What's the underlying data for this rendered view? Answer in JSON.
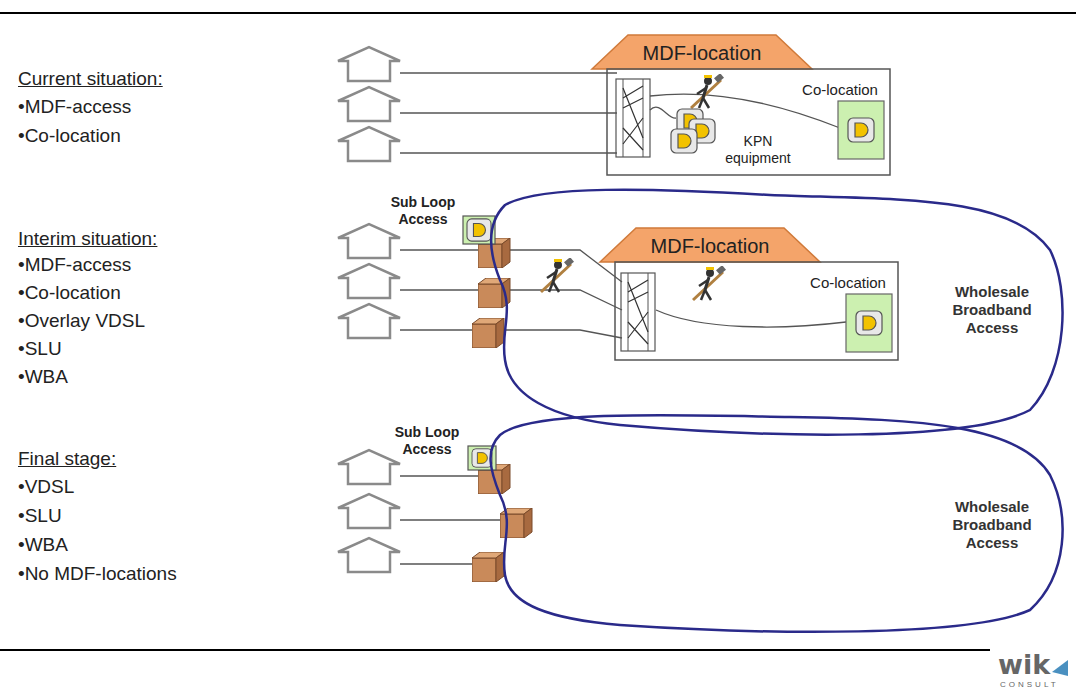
{
  "diagram": {
    "nodes": [
      {
        "text": [
          "MDF-location"
        ]
      },
      {
        "text": [
          "Co-location"
        ],
        "in": 0
      },
      {
        "text": [
          "Wholesale Broadband Access"
        ]
      },
      {
        "text": [
          "MDF-location"
        ],
        "in": 2
      },
      {
        "text": [
          "Co-location"
        ],
        "in": 3
      },
      {
        "text": [
          "Wholesale Broadband Access"
        ]
      }
    ],
    "labels": [
      "Current situation:",
      "•MDF-access",
      "•Co-location",
      "KPN equipment",
      "Interim situation:",
      "•MDF-access",
      "•Co-location",
      "•Overlay VDSL",
      "•SLU",
      "•WBA",
      "Sub Loop Access",
      "Final stage:",
      "•VDSL",
      "•SLU",
      "•WBA",
      "•No MDF-locations",
      "Sub Loop Access",
      "wik",
      "CONSULT"
    ]
  }
}
